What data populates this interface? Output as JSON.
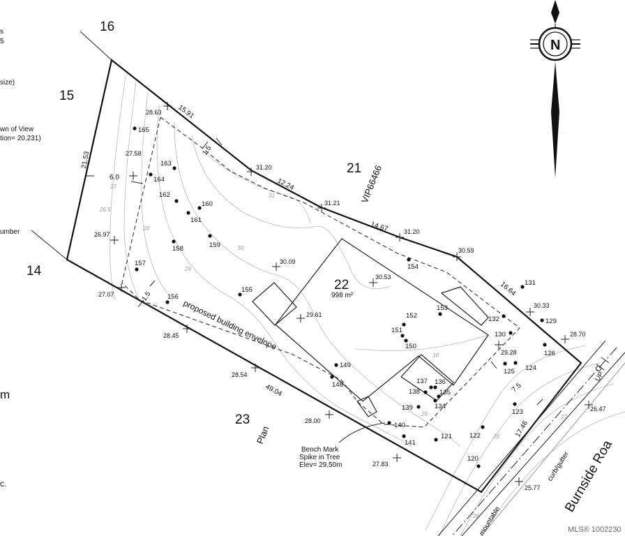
{
  "legend_fragments": [
    "s",
    "5",
    "size)",
    "wn of View",
    "tion= 20.231)",
    "umber",
    "m",
    "c."
  ],
  "lots": {
    "lot_16": "16",
    "lot_15": "15",
    "lot_14": "14",
    "lot_21": "21",
    "lot_23": "23",
    "subject_lot": "22",
    "subject_area": "998 m²"
  },
  "plan_labels": {
    "plan_vip": "VIP66466",
    "plan_word": "Plan",
    "building_envelope": "proposed building envelope"
  },
  "dimensions": {
    "west": "21.53",
    "north_a": "15.91",
    "north_b": "12.24",
    "north_c": "14.67",
    "east": "16.64",
    "south": "49.04",
    "east_frontage": "17.46",
    "setback_a": "1.5",
    "setback_b": "1.5",
    "setback_w": "6.0",
    "setback_e": "7.5"
  },
  "elevations": [
    {
      "id": "e2863",
      "value": "28.63"
    },
    {
      "id": "e2758",
      "value": "27.58"
    },
    {
      "id": "e3120a",
      "value": "31.20"
    },
    {
      "id": "e3121",
      "value": "31.21"
    },
    {
      "id": "e3120b",
      "value": "31.20"
    },
    {
      "id": "e3059",
      "value": "30.59"
    },
    {
      "id": "e2697",
      "value": "26.97"
    },
    {
      "id": "e3009",
      "value": "30.09"
    },
    {
      "id": "e3053",
      "value": "30.53"
    },
    {
      "id": "e2707",
      "value": "27.07"
    },
    {
      "id": "e3033",
      "value": "30.33"
    },
    {
      "id": "e2961",
      "value": "29.61"
    },
    {
      "id": "e2845",
      "value": "28.45"
    },
    {
      "id": "e2870",
      "value": "28.70"
    },
    {
      "id": "e2928",
      "value": "29.28"
    },
    {
      "id": "e2854",
      "value": "28.54"
    },
    {
      "id": "e2800",
      "value": "28.00"
    },
    {
      "id": "e2647",
      "value": "26.47"
    },
    {
      "id": "e2783",
      "value": "27.83"
    },
    {
      "id": "e2577",
      "value": "25.77"
    }
  ],
  "survey_points": [
    "165",
    "164",
    "163",
    "162",
    "160",
    "161",
    "159",
    "158",
    "157",
    "156",
    "155",
    "154",
    "153",
    "152",
    "151",
    "150",
    "149",
    "148",
    "137",
    "136",
    "138",
    "135",
    "134",
    "139",
    "140",
    "141",
    "121",
    "122",
    "123",
    "120",
    "125",
    "124",
    "126",
    "129",
    "130",
    "131",
    "132"
  ],
  "contours": [
    "26.5",
    "27",
    "28",
    "29",
    "30",
    "31",
    "30",
    "29",
    "28",
    "27",
    "26"
  ],
  "benchmark": {
    "line1": "Bench Mark",
    "line2": "Spike in Tree",
    "line3": "Elev= 29.50m"
  },
  "road": {
    "name": "Burnside Roa",
    "curb": "curb/gutter",
    "mountable": "mountable",
    "up": "UP"
  },
  "north_arrow": {
    "letter": "N",
    "icon": "north-arrow-icon"
  },
  "watermark": "MLS® 1002230"
}
